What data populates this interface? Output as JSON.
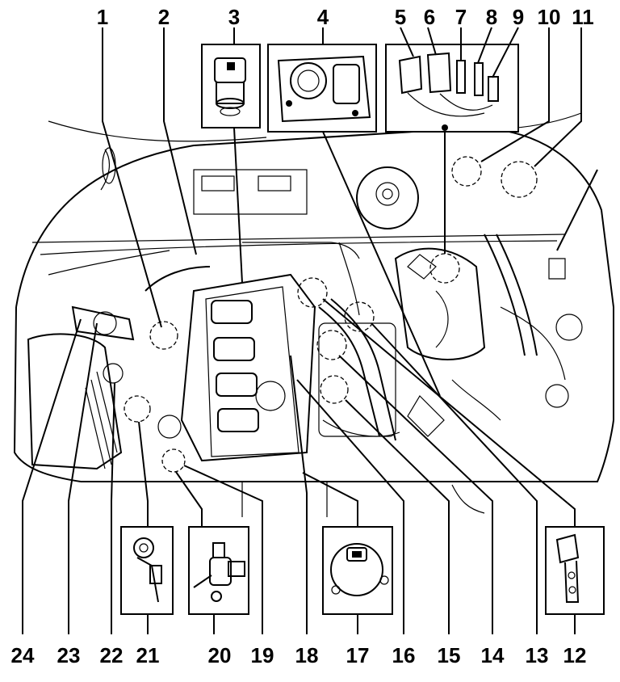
{
  "labels_top": [
    "1",
    "2",
    "3",
    "4",
    "5",
    "6",
    "7",
    "8",
    "9",
    "10",
    "11"
  ],
  "labels_bottom": [
    "24",
    "23",
    "22",
    "21",
    "20",
    "19",
    "18",
    "17",
    "16",
    "15",
    "14",
    "13",
    "12"
  ],
  "icons": [
    "temperature-sensor",
    "throttle-body",
    "injector-connectors",
    "sensor-detail-21",
    "valve-detail-20",
    "sensor-detail-17",
    "sensor-bracket-12"
  ]
}
